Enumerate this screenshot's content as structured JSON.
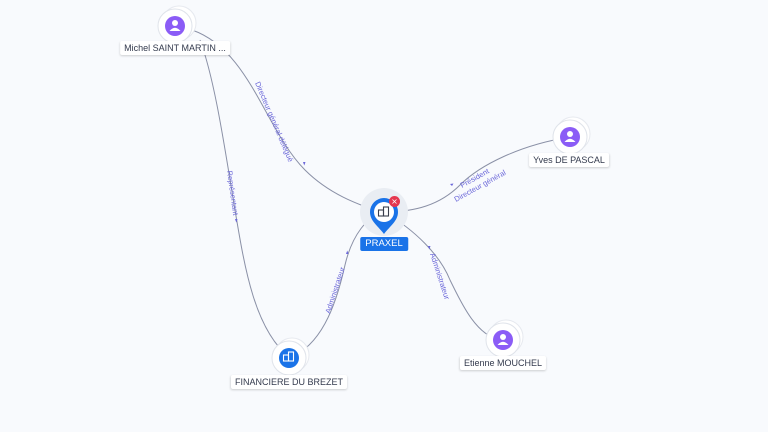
{
  "center": {
    "label": "PRAXEL",
    "icon": "company-icon",
    "status_icon": "close-icon",
    "status_color": "#e5374f"
  },
  "nodes": {
    "michel": {
      "label": "Michel SAINT MARTIN ...",
      "icon": "person-icon"
    },
    "yves": {
      "label": "Yves DE PASCAL",
      "icon": "person-icon"
    },
    "etienne": {
      "label": "Etienne MOUCHEL",
      "icon": "person-icon"
    },
    "financiere": {
      "label": "FINANCIERE DU BREZET",
      "icon": "company-icon"
    }
  },
  "edges": {
    "michel_praxel": "Directeur général délégué",
    "yves_praxel_1": "Président",
    "yves_praxel_2": "Directeur général",
    "etienne_praxel": "Administrateur",
    "financiere_praxel": "Administrateur",
    "michel_financiere": "Représentant"
  },
  "colors": {
    "person": "#8b5cf6",
    "company": "#1a73e8",
    "edge_label": "#6a66d9",
    "background": "#f8fafd"
  }
}
